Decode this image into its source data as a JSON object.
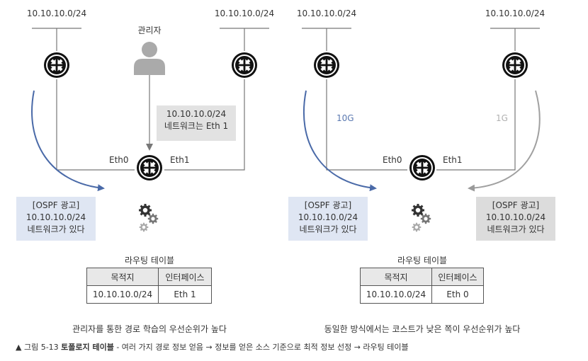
{
  "left": {
    "network_left": "10.10.10.0/24",
    "network_right": "10.10.10.0/24",
    "admin_label": "관리자",
    "admin_note": [
      "10.10.10.0/24",
      "네트워크는 Eth 1"
    ],
    "eth0": "Eth0",
    "eth1": "Eth1",
    "ospf_ad": [
      "[OSPF 광고]",
      "10.10.10.0/24",
      "네트워크가 있다"
    ],
    "table_title": "라우팅 테이블",
    "table_headers": [
      "목적지",
      "인터페이스"
    ],
    "table_row": [
      "10.10.10.0/24",
      "Eth 1"
    ],
    "bottom_text": "관리자를 통한 경로 학습의 우선순위가 높다"
  },
  "right": {
    "network_left": "10.10.10.0/24",
    "network_right": "10.10.10.0/24",
    "link_left": "10G",
    "link_right": "1G",
    "eth0": "Eth0",
    "eth1": "Eth1",
    "ospf_ad_left": [
      "[OSPF 광고]",
      "10.10.10.0/24",
      "네트워크가 있다"
    ],
    "ospf_ad_right": [
      "[OSPF 광고]",
      "10.10.10.0/24",
      "네트워크가 있다"
    ],
    "table_title": "라우팅 테이블",
    "table_headers": [
      "목적지",
      "인터페이스"
    ],
    "table_row": [
      "10.10.10.0/24",
      "Eth 0"
    ],
    "bottom_text": "동일한 방식에서는 코스트가 낮은 쪽이 우선순위가 높다"
  },
  "caption": {
    "marker": "▲",
    "figure": "그림 5-13",
    "title": "토폴로지 테이블",
    "body": " - 여러 가지 경로 정보 얻음 → 정보를 얻은 소스 기준으로 최적 정보 선정 → 라우팅 테이블"
  },
  "colors": {
    "blue_arrow": "#4a6aa8",
    "grey_arrow": "#a0a0a0",
    "blue_box": "#dfe6f3",
    "grey_box": "#dcdcdc",
    "link_10g": "#5a78b0",
    "link_1g": "#b0b0b0"
  },
  "icons": [
    "router-icon",
    "admin-person-icon",
    "gears-icon"
  ]
}
